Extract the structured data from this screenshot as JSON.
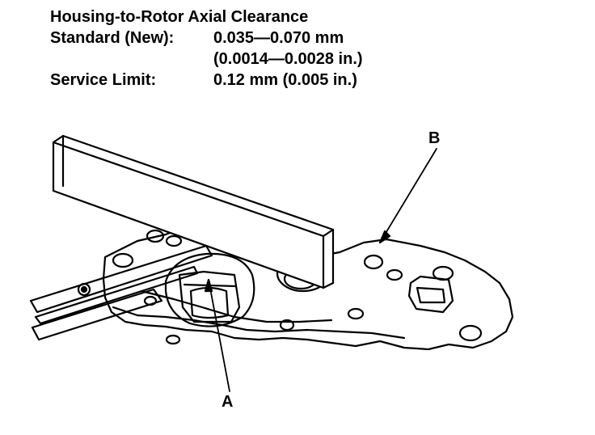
{
  "spec": {
    "title": "Housing-to-Rotor Axial Clearance",
    "standard_label": "Standard (New):",
    "standard_value_mm": "0.035—0.070 mm",
    "standard_value_in": "(0.0014—0.0028 in.)",
    "service_label": "Service Limit:",
    "service_value": "0.12 mm (0.005 in.)"
  },
  "callouts": {
    "a": "A",
    "b": "B"
  },
  "colors": {
    "ink": "#000000",
    "paper": "#ffffff"
  }
}
